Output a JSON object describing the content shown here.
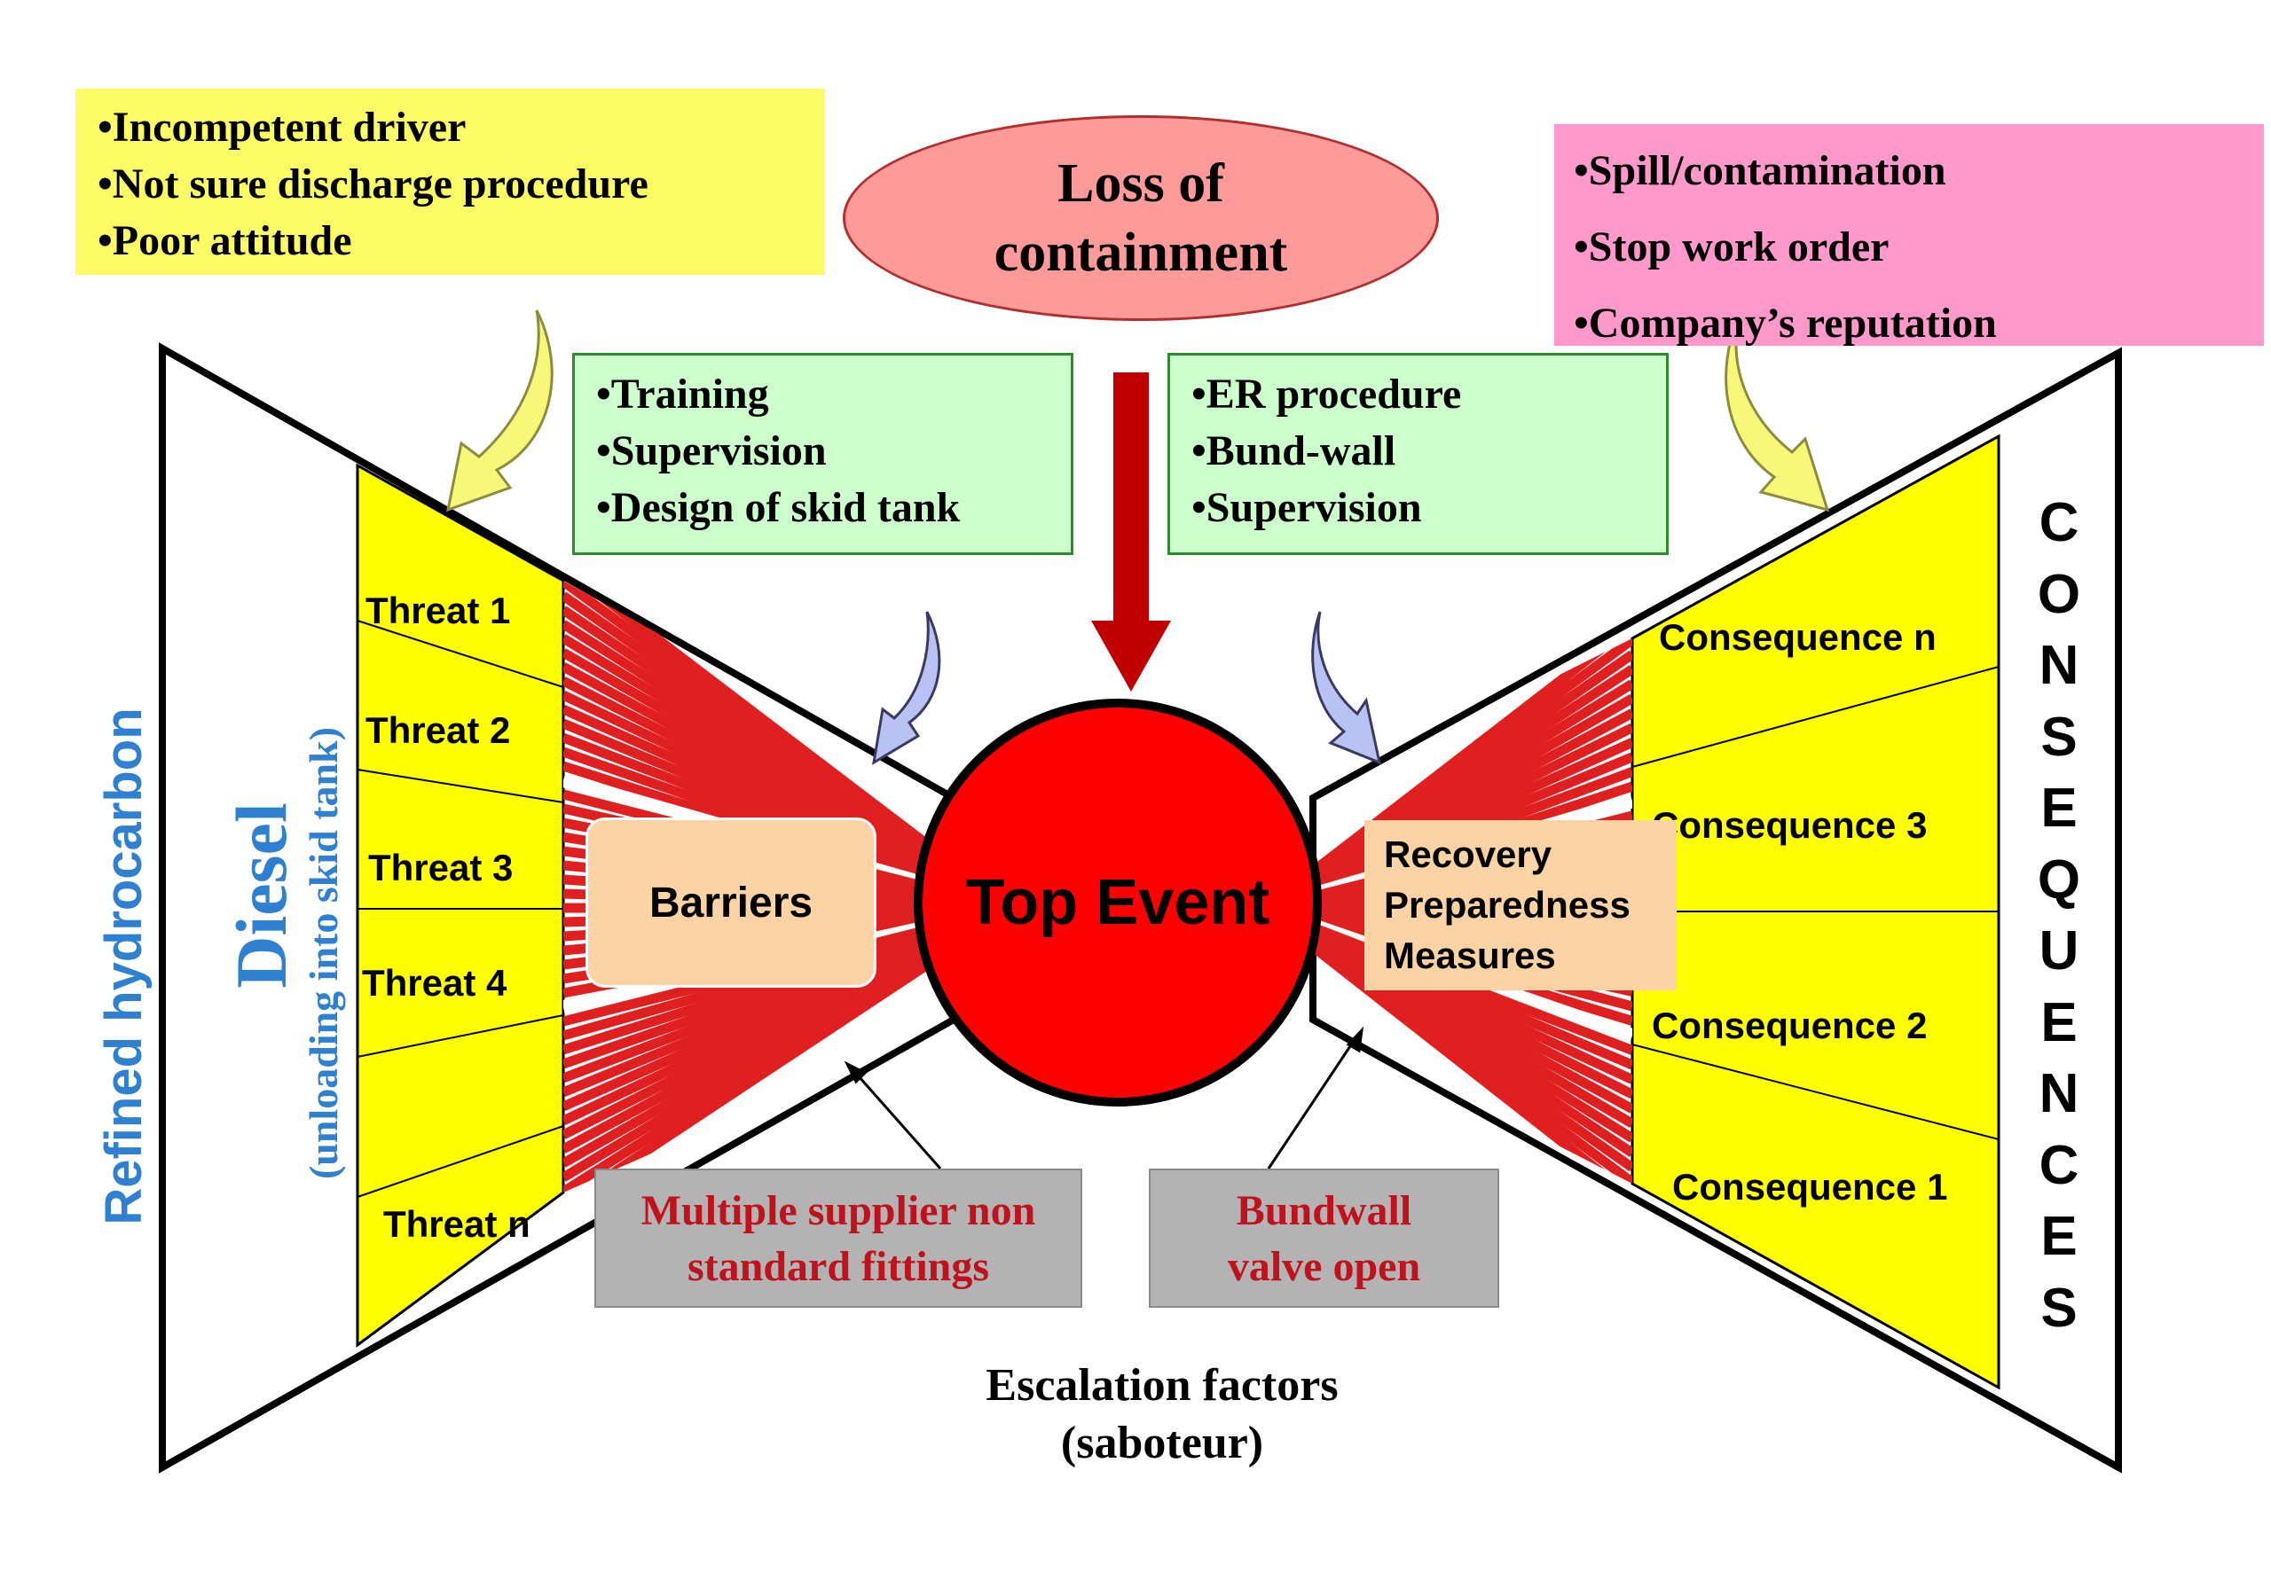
{
  "causes_box": {
    "items": [
      "•Incompetent driver",
      "•Not sure discharge procedure",
      "•Poor attitude"
    ],
    "color": "#fbfb66"
  },
  "top_event_header": {
    "lines": [
      "Loss of",
      "containment"
    ],
    "color": "#ff9a9a"
  },
  "impacts_box": {
    "items": [
      "•Spill/contamination",
      "•Stop work order",
      "•Company’s reputation"
    ],
    "color": "#ff99cc"
  },
  "prevention_controls": {
    "items": [
      "•Training",
      "•Supervision",
      "•Design of skid tank"
    ],
    "color": "#ccffcc"
  },
  "mitigation_controls": {
    "items": [
      "•ER procedure",
      "•Bund-wall",
      "•Supervision"
    ],
    "color": "#ccffcc"
  },
  "left_side": {
    "hazard_label": "Refined hydrocarbon",
    "substance_label": "Diesel",
    "activity_label": "(unloading into skid tank)",
    "threats": [
      "Threat 1",
      "Threat 2",
      "Threat 3",
      "Threat 4",
      "Threat n"
    ]
  },
  "right_side": {
    "side_title": "CONSEQUENCES",
    "consequences": [
      "Consequence n",
      "Consequence 3",
      "Consequence 2",
      "Consequence 1"
    ]
  },
  "barriers_label": "Barriers",
  "top_event_label": "Top Event",
  "recovery_label": [
    "Recovery",
    "Preparedness",
    "Measures"
  ],
  "escalation": {
    "left_factor": [
      "Multiple supplier non",
      "standard fittings"
    ],
    "right_factor": [
      "Bundwall",
      "valve open"
    ],
    "caption": [
      "Escalation factors",
      "(saboteur)"
    ]
  },
  "colors": {
    "threat_fill": "#ffff00",
    "fan_red": "#e02020",
    "circle_red": "#ff0000",
    "barrier_fill": "#fcd3a4",
    "factor_box": "#b3b3b3",
    "factor_text": "#c0121c",
    "blue_text": "#2f80d0",
    "arrow_yellow": "#f7f77a",
    "arrow_lavender": "#b9c3f3",
    "arrow_darkred": "#c00000"
  }
}
